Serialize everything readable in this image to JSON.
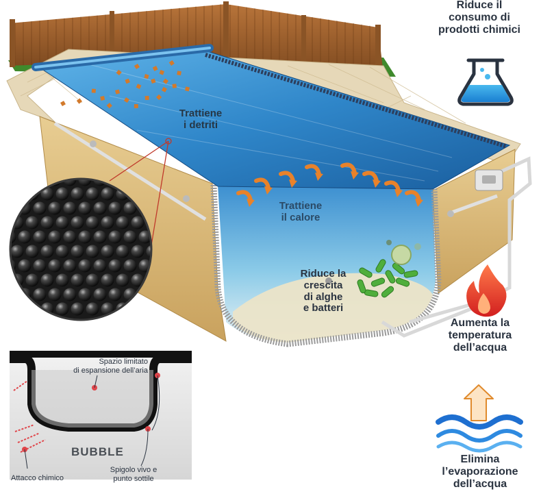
{
  "labels": {
    "chemicals": [
      "Riduce il",
      "consumo di",
      "prodotti chimici"
    ],
    "debris": [
      "Trattiene",
      "i detriti"
    ],
    "heat": [
      "Trattiene",
      "il calore"
    ],
    "algae": [
      "Riduce la",
      "crescita",
      "di alghe",
      "e batteri"
    ],
    "temperature": [
      "Aumenta la",
      "temperatura",
      "dell’acqua"
    ],
    "evaporation": [
      "Elimina",
      "l’evaporazione",
      "dell’acqua"
    ]
  },
  "inset": {
    "space_label": [
      "Spazio limitato",
      "di espansione dell’aria"
    ],
    "bubble": "BUBBLE",
    "chemical_attack": "Attacco chimico",
    "sharp_edge": [
      "Spigolo vivo e",
      "punto sottile"
    ]
  },
  "colors": {
    "water": "#2f86c9",
    "water_deep": "#1a5e9e",
    "fence": "#a0602c",
    "wall": "#d9b878",
    "deck": "#e6d8b8",
    "grass": "#3f8a2c",
    "flame": "#e8382a",
    "label_red": "#c0392b",
    "text": "#2a3340",
    "wave": "#1e6fd0"
  },
  "icons": [
    "flask-icon",
    "flame-icon",
    "wave-icon",
    "arrow-up-icon",
    "heat-arrow-icon",
    "bubble-cover-icon"
  ]
}
